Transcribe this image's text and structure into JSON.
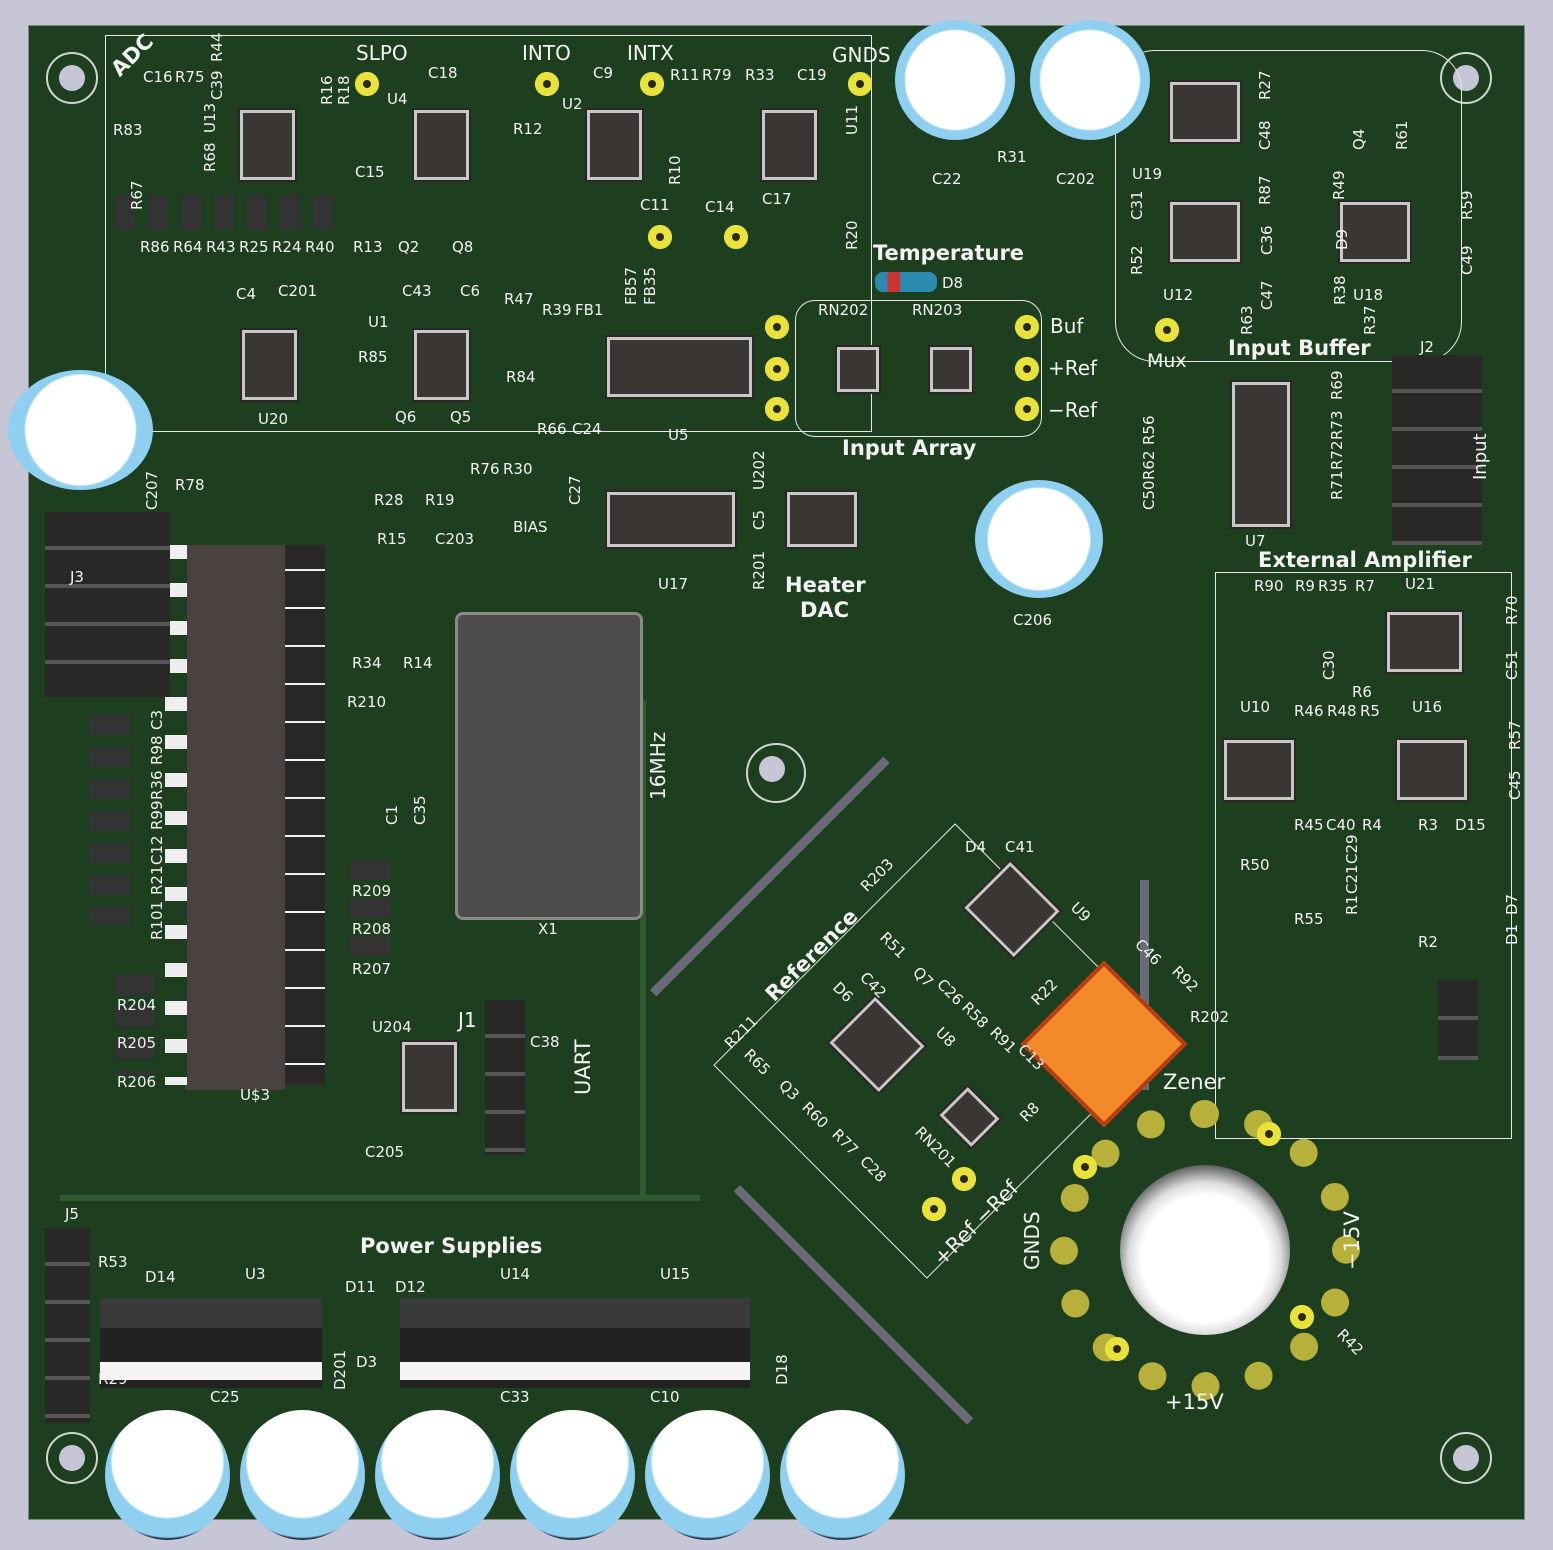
{
  "board": {
    "color": "#1e3f1f",
    "silk": "#f2f2f2",
    "pad": "#e8e23a"
  },
  "sections": {
    "adc": "ADC",
    "temperature": "Temperature",
    "input_array": "Input Array",
    "input_buffer": "Input Buffer",
    "external_amplifier": "External Amplifier",
    "heater_dac": "Heater",
    "heater_dac2": "DAC",
    "reference": "Reference",
    "power_supplies": "Power Supplies",
    "uart": "UART",
    "zener": "Zener",
    "crystal": "16MHz"
  },
  "testpoints": {
    "slpo": "SLPO",
    "into": "INTO",
    "intx": "INTX",
    "gnds": "GNDS",
    "buf": "Buf",
    "pref": "+Ref",
    "mref": "−Ref",
    "mux": "Mux",
    "bias": "BIAS",
    "gnds2": "GNDS",
    "p15": "+15V",
    "m15": "−15V",
    "ref_pair": "+Ref −Ref"
  },
  "connectors": {
    "j1": "J1",
    "j2": "J2",
    "j3": "J3",
    "j5": "J5",
    "input": "Input"
  },
  "refs": [
    "C16",
    "R75",
    "C39",
    "R44",
    "R16",
    "R18",
    "U4",
    "C18",
    "U2",
    "C9",
    "R11",
    "R79",
    "R33",
    "C19",
    "U11",
    "R83",
    "U13",
    "R68",
    "R67",
    "R86",
    "R64",
    "R43",
    "R25",
    "R24",
    "R40",
    "C15",
    "R12",
    "R13",
    "Q2",
    "Q8",
    "R10",
    "C11",
    "C14",
    "C17",
    "R20",
    "C22",
    "R31",
    "C202",
    "C4",
    "C201",
    "C43",
    "C6",
    "R47",
    "R39",
    "FB1",
    "FB57",
    "FB35",
    "U20",
    "U1",
    "R85",
    "R84",
    "Q6",
    "Q5",
    "R66",
    "C24",
    "U5",
    "R28",
    "R19",
    "R76",
    "R30",
    "C27",
    "U202",
    "U17",
    "C5",
    "R201",
    "RN202",
    "RN203",
    "D8",
    "R27",
    "C48",
    "Q4",
    "R61",
    "U19",
    "R87",
    "R49",
    "C31",
    "C36",
    "D9",
    "R59",
    "R52",
    "C47",
    "R38",
    "C49",
    "U12",
    "R63",
    "U18",
    "R37",
    "R69",
    "R73",
    "R72",
    "R71",
    "R56",
    "R62",
    "C50",
    "U7",
    "C207",
    "R78",
    "R15",
    "C203",
    "R34",
    "R14",
    "R210",
    "C1",
    "C35",
    "X1",
    "R209",
    "R208",
    "R207",
    "R204",
    "R205",
    "R206",
    "U$3",
    "C3",
    "R98",
    "R36",
    "R99",
    "C12",
    "R21",
    "R101",
    "U204",
    "C38",
    "C205",
    "C206",
    "R90",
    "R9",
    "R35",
    "R7",
    "U21",
    "R70",
    "C30",
    "C51",
    "R6",
    "U10",
    "R46",
    "R48",
    "R5",
    "U16",
    "R57",
    "C45",
    "R45",
    "C40",
    "R4",
    "R3",
    "D15",
    "R50",
    "R55",
    "R1",
    "C21",
    "C29",
    "R2",
    "D1",
    "D7",
    "R203",
    "D4",
    "C41",
    "U9",
    "R51",
    "Q7",
    "C42",
    "C26",
    "R58",
    "R91",
    "R22",
    "C46",
    "R92",
    "R202",
    "C13",
    "D6",
    "U8",
    "R211",
    "R65",
    "Q3",
    "R60",
    "R77",
    "C28",
    "RN201",
    "R8",
    "R53",
    "D14",
    "U3",
    "D11",
    "D12",
    "U14",
    "U15",
    "R29",
    "D201",
    "D3",
    "D18",
    "C25",
    "C33",
    "C10",
    "R42"
  ]
}
